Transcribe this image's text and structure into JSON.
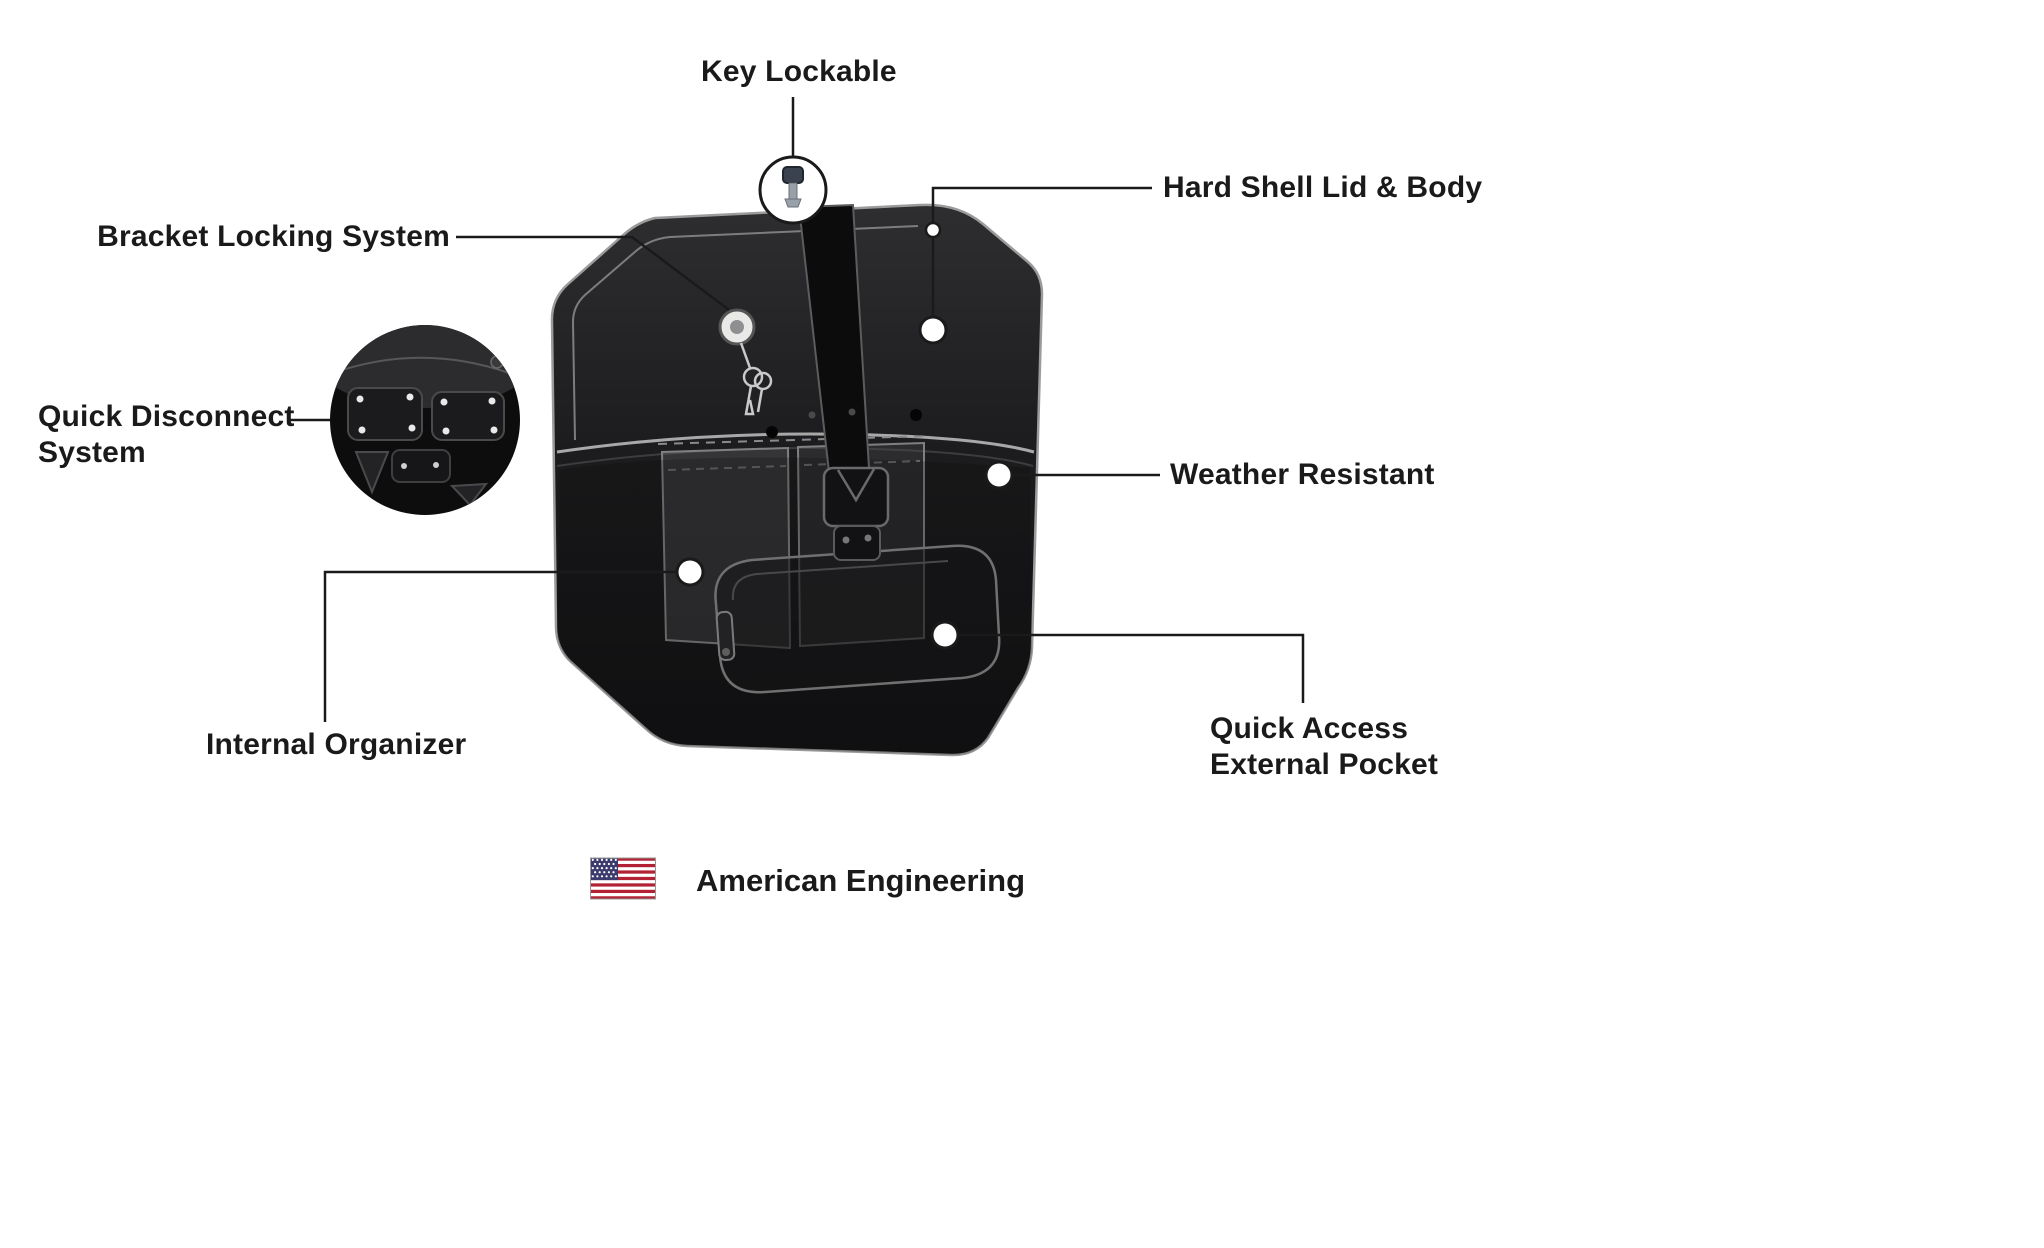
{
  "diagram": {
    "title": "Saddlebag feature callout diagram",
    "labels": {
      "key_lockable": "Key Lockable",
      "hard_shell": "Hard Shell Lid & Body",
      "bracket_locking": "Bracket Locking System",
      "quick_disconnect": "Quick Disconnect\nSystem",
      "weather_resistant": "Weather Resistant",
      "internal_organizer": "Internal Organizer",
      "quick_access": "Quick Access\nExternal Pocket"
    },
    "footer": {
      "text": "American Engineering",
      "flag_icon": "us-flag-icon"
    },
    "colors": {
      "background": "#ffffff",
      "callout_line": "#1a1a1a",
      "label_text": "#1a1a1a",
      "bag_body_dark": "#141416",
      "bag_edge_gray": "#9b9b9b",
      "flag_red": "#B22234",
      "flag_blue": "#3C3B6E",
      "flag_white": "#ffffff"
    }
  }
}
